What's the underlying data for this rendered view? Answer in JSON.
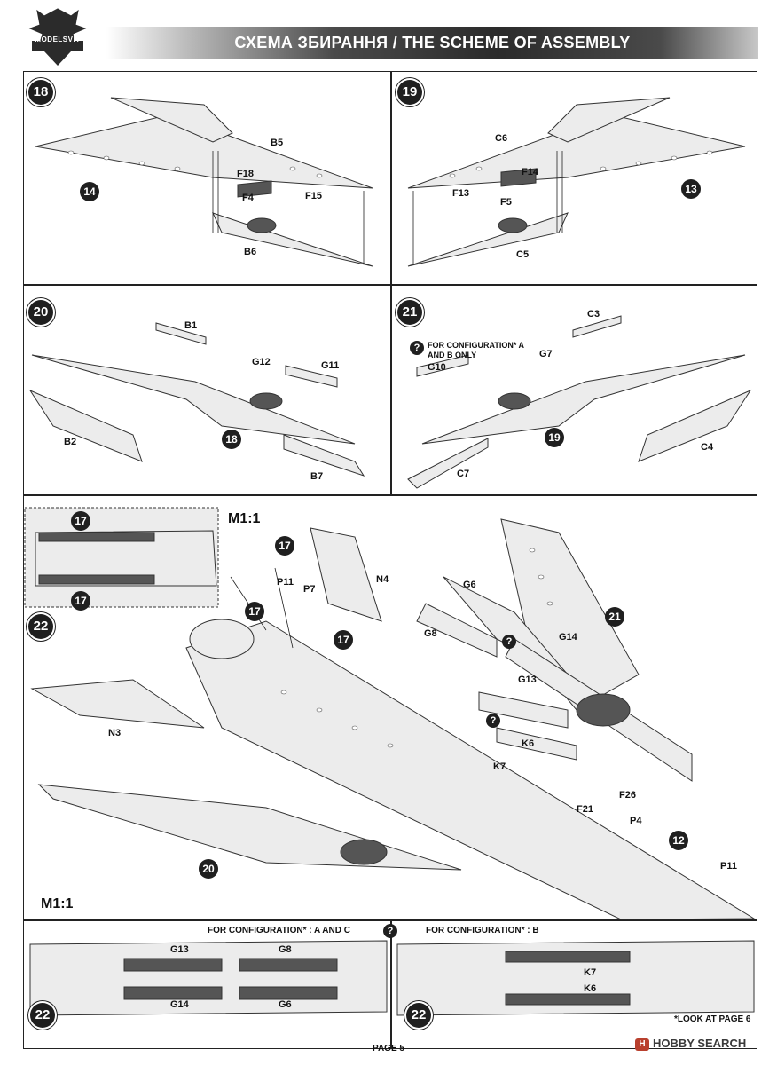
{
  "header": {
    "brand": "MODELSVIT",
    "title": "СХЕМА ЗБИРАННЯ / THE SCHEME OF ASSEMBLY"
  },
  "steps": {
    "s18": {
      "number": "18",
      "parts": [
        "B5",
        "F18",
        "F4",
        "F15",
        "B6"
      ],
      "ref": "14"
    },
    "s19": {
      "number": "19",
      "parts": [
        "C6",
        "F14",
        "F13",
        "F5",
        "C5"
      ],
      "ref": "13"
    },
    "s20": {
      "number": "20",
      "parts": [
        "B1",
        "G12",
        "G11",
        "B2",
        "B7"
      ],
      "ref": "18"
    },
    "s21": {
      "number": "21",
      "parts": [
        "C3",
        "G10",
        "G7",
        "C7",
        "C4"
      ],
      "ref": "19",
      "note_line1": "FOR CONFIGURATION* A AND B ONLY",
      "note_q": "?"
    },
    "s22": {
      "number": "22",
      "scale": "M1:1",
      "inset_refs": [
        "17",
        "17"
      ],
      "parts": [
        "P11",
        "P7",
        "N4",
        "N3",
        "G6",
        "G8",
        "G14",
        "G13",
        "K6",
        "K7",
        "F26",
        "F21",
        "P4",
        "P11"
      ],
      "refs": [
        "17",
        "17",
        "17",
        "21",
        "20",
        "12"
      ],
      "q1": "?",
      "q2": "?"
    }
  },
  "bottom": {
    "scale": "M1:1",
    "config_ac": "FOR CONFIGURATION* : A AND C",
    "config_b": "FOR CONFIGURATION* : B",
    "q": "?",
    "left_parts": [
      "G13",
      "G8",
      "G14",
      "G6"
    ],
    "right_parts": [
      "K7",
      "K6"
    ],
    "step_left": "22",
    "step_right": "22",
    "look_note": "*LOOK AT PAGE 6"
  },
  "footer": {
    "page": "PAGE 5",
    "watermark_badge": "H",
    "watermark": "HOBBY SEARCH"
  }
}
